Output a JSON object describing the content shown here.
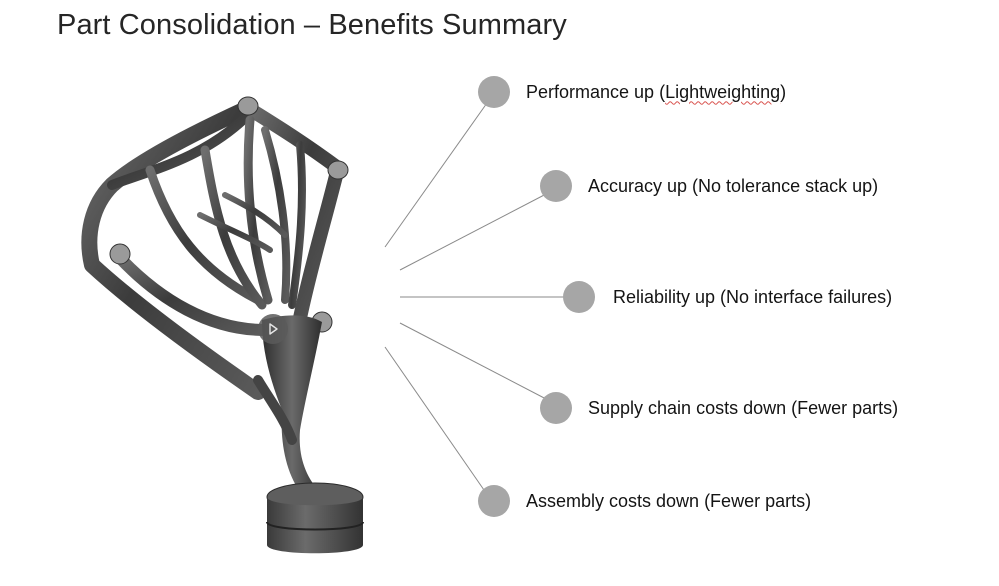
{
  "slide": {
    "title": "Part Consolidation – Benefits Summary"
  },
  "benefits": [
    {
      "prefix": "Performance up  (",
      "highlight": "Lightweighting",
      "suffix": ")"
    },
    {
      "text": "Accuracy up (No tolerance stack up)"
    },
    {
      "text": "Reliability up (No interface failures)"
    },
    {
      "text": "Supply chain costs down (Fewer parts)"
    },
    {
      "text": "Assembly costs down (Fewer parts)"
    }
  ],
  "colors": {
    "bullet": "#a6a6a6",
    "connector": "#7f7f7f",
    "part_metal": "#4a4a4a",
    "spellcheck": "#d9534f"
  },
  "icons": {
    "media": "play-icon"
  }
}
